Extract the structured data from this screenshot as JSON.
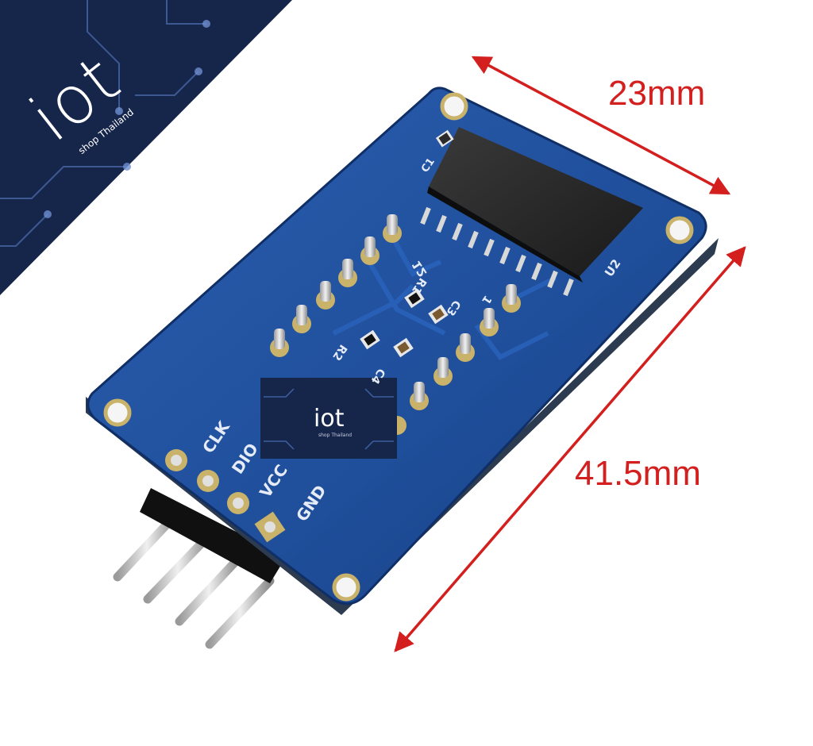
{
  "dimensions": {
    "width_label": "23mm",
    "length_label": "41.5mm"
  },
  "branding": {
    "logo_text": "iot",
    "logo_subtext": "shop Thailand",
    "badge_text": "iot",
    "badge_subtext": "shop Thailand"
  },
  "silkscreen": {
    "pins": [
      "CLK",
      "DIO",
      "VCC",
      "GND"
    ],
    "c1": "C1",
    "header_12": "12",
    "u2": "U2",
    "r1": "R1",
    "c3": "C3",
    "r2": "R2",
    "c4": "C4",
    "pin1": "1"
  },
  "colors": {
    "pcb": "#1f4e9a",
    "brand_bg": "#16254a",
    "dimension": "#d41f1f"
  }
}
